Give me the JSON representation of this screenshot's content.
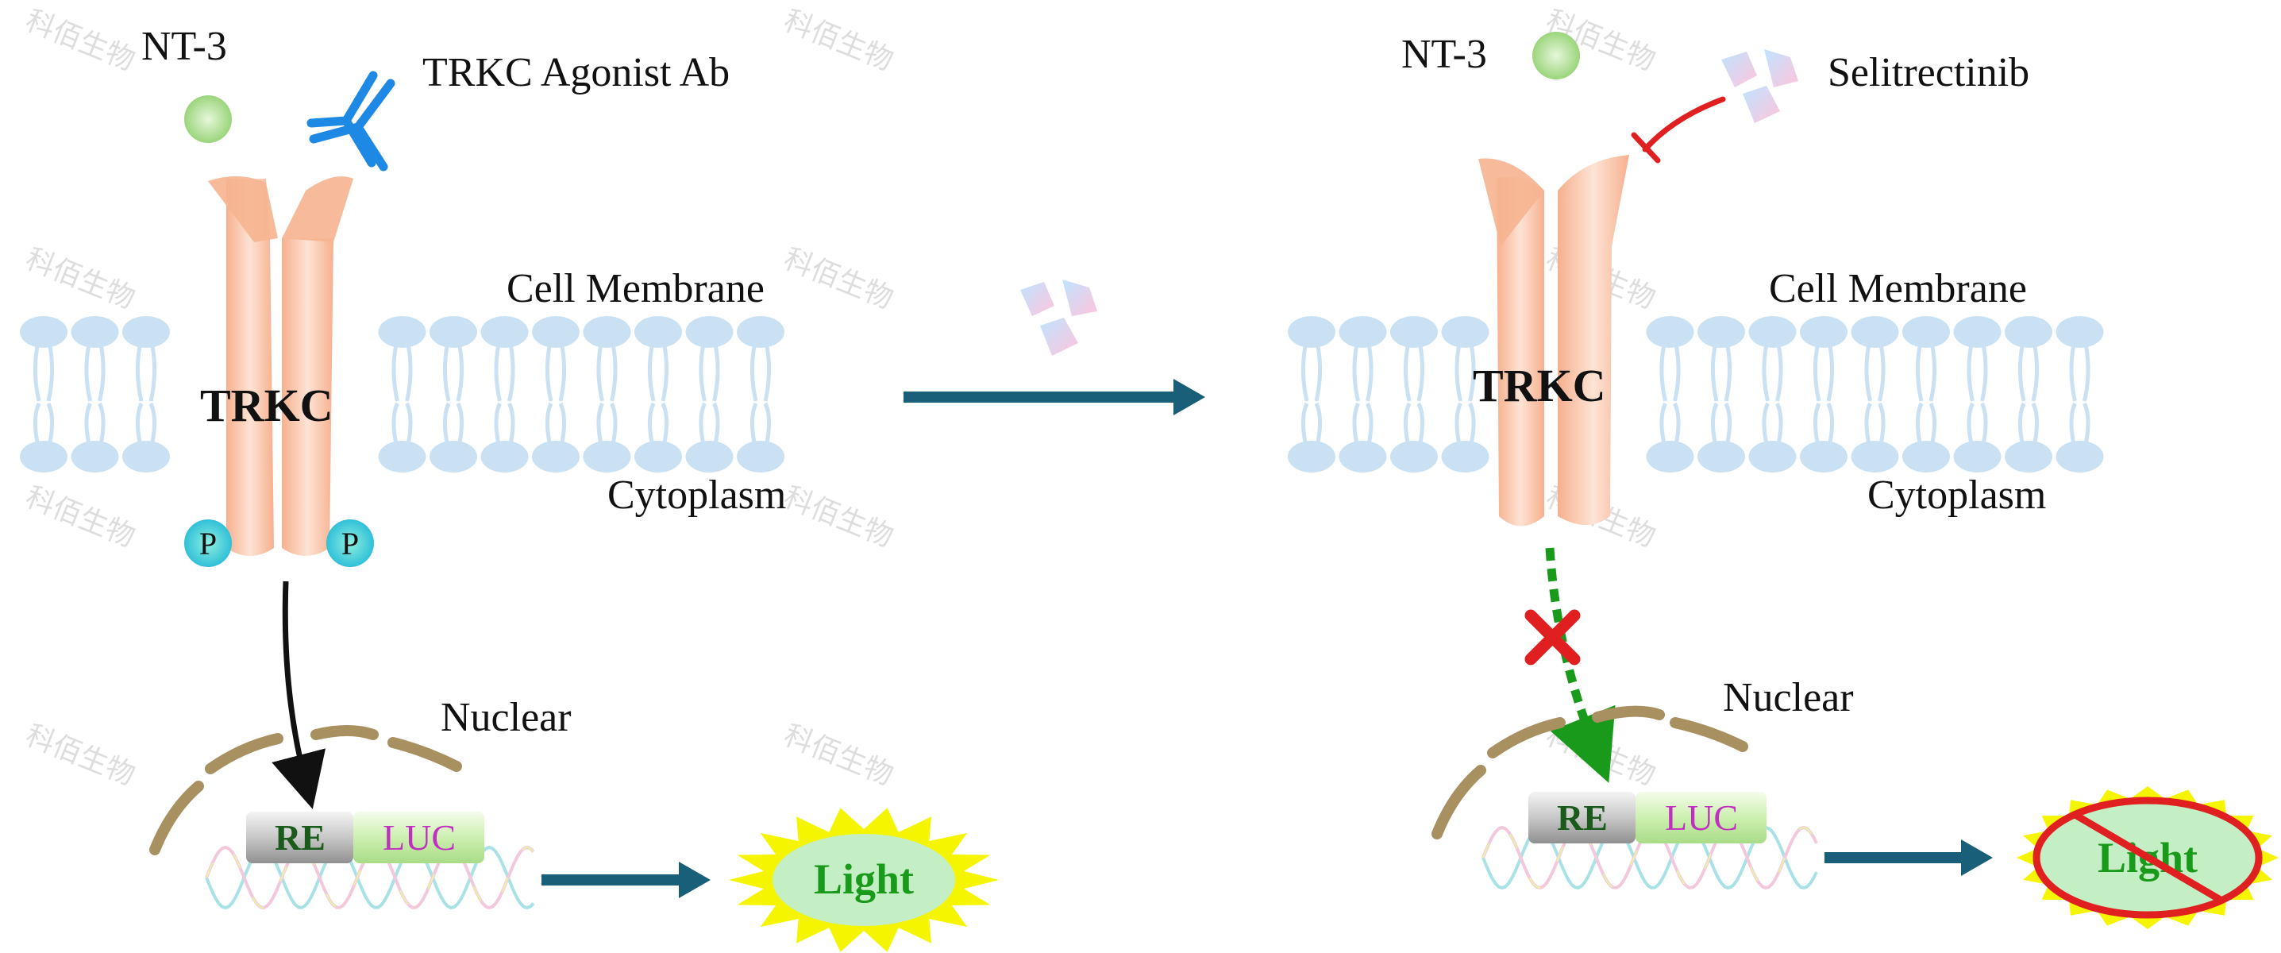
{
  "watermark": "科佰生物",
  "left_panel": {
    "ligand": "NT-3",
    "antibody": "TRKC Agonist Ab",
    "membrane": "Cell Membrane",
    "cytoplasm": "Cytoplasm",
    "receptor": "TRKC",
    "phospho": "P",
    "nucleus": "Nuclear",
    "response_element": "RE",
    "reporter": "LUC",
    "output": "Light"
  },
  "right_panel": {
    "ligand": "NT-3",
    "inhibitor": "Selitrectinib",
    "membrane": "Cell Membrane",
    "cytoplasm": "Cytoplasm",
    "receptor": "TRKC",
    "nucleus": "Nuclear",
    "response_element": "RE",
    "reporter": "LUC",
    "output": "Light"
  },
  "colors": {
    "receptor": "#f5b394",
    "lipid": "#c9e1f3",
    "ligand": "#a8dc8c",
    "antibody": "#1e88e5",
    "phospho": "#40d0d8",
    "arrow": "#1a5f7a",
    "inhibit": "#e02020",
    "green_signal": "#1a9a1a",
    "nuclear_envelope": "#a89060",
    "light_star": "#f5f500",
    "light_fill": "#c4efc4",
    "light_text": "#1a9a1a",
    "luc_text": "#c030c0",
    "re_text": "#1a5a1a"
  }
}
